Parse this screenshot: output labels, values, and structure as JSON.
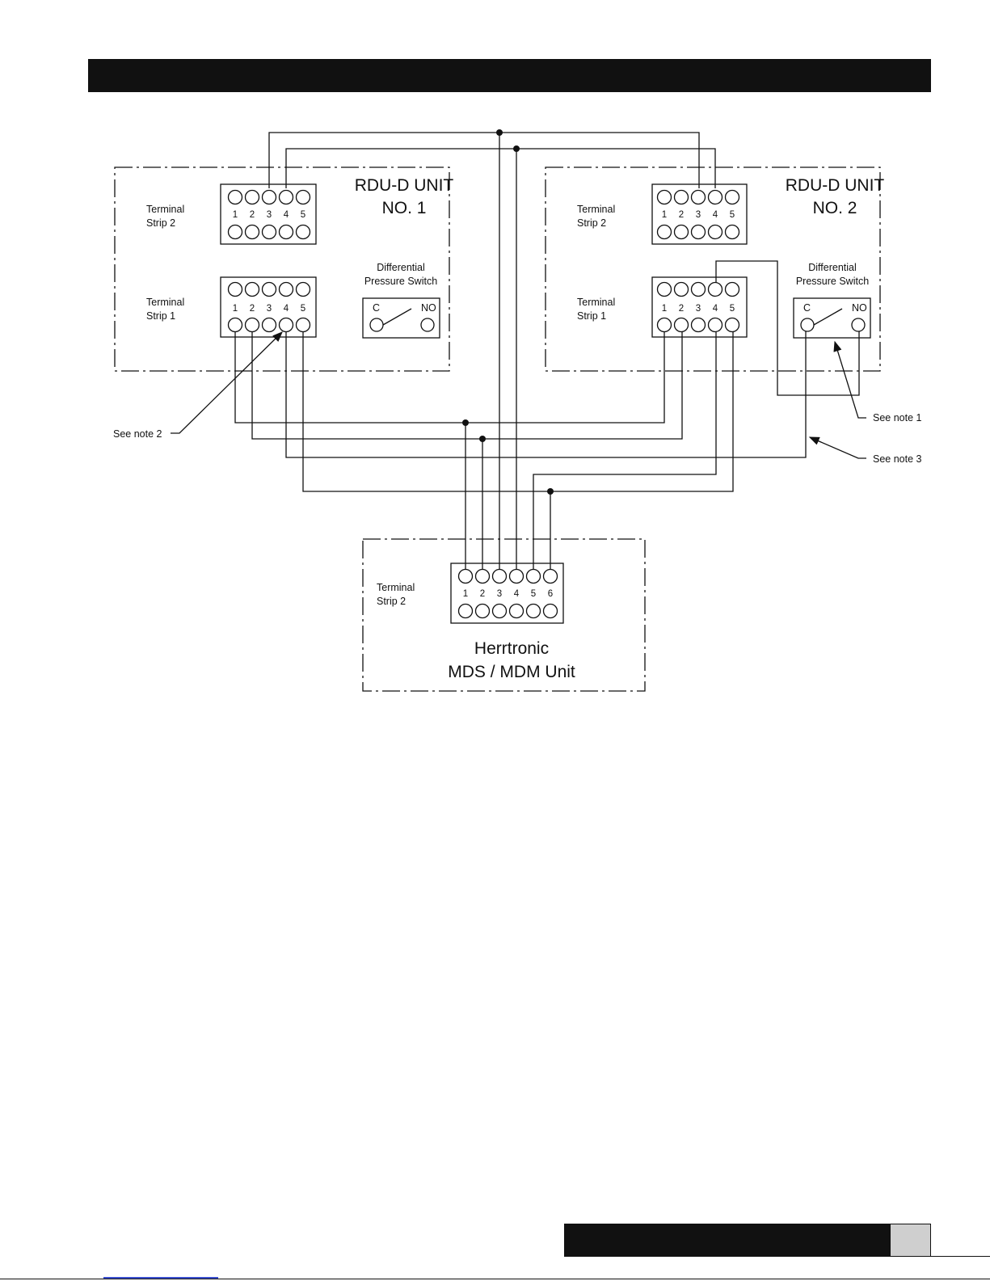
{
  "unit1": {
    "title_line1": "RDU-D UNIT",
    "title_line2": "NO. 1",
    "strip2_line1": "Terminal",
    "strip2_line2": "Strip 2",
    "strip1_line1": "Terminal",
    "strip1_line2": "Strip 1",
    "switch_line1": "Differential",
    "switch_line2": "Pressure Switch",
    "switch_c": "C",
    "switch_no": "NO"
  },
  "unit2": {
    "title_line1": "RDU-D UNIT",
    "title_line2": "NO. 2",
    "strip2_line1": "Terminal",
    "strip2_line2": "Strip 2",
    "strip1_line1": "Terminal",
    "strip1_line2": "Strip 1",
    "switch_line1": "Differential",
    "switch_line2": "Pressure Switch",
    "switch_c": "C",
    "switch_no": "NO"
  },
  "terminal_numbers_5": [
    "1",
    "2",
    "3",
    "4",
    "5"
  ],
  "terminal_numbers_6": [
    "1",
    "2",
    "3",
    "4",
    "5",
    "6"
  ],
  "mds": {
    "strip_line1": "Terminal",
    "strip_line2": "Strip 2",
    "title_line1": "Herrtronic",
    "title_line2": "MDS / MDM Unit"
  },
  "notes": {
    "note1": "See note 1",
    "note2": "See note 2",
    "note3": "See note 3"
  },
  "colors": {
    "ink": "#111111",
    "footer_box": "#cfcfcf",
    "link": "#3b4fd0"
  }
}
